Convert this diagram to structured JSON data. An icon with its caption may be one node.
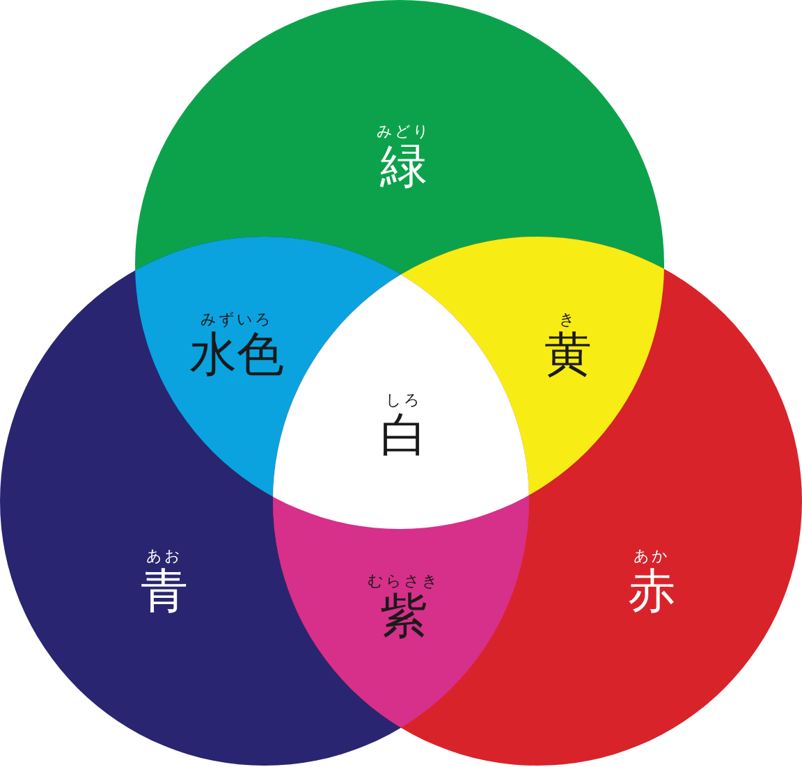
{
  "diagram": {
    "nodes": [
      {
        "text": [
          "みどり",
          "緑"
        ]
      },
      {
        "text": [
          "みずいろ",
          "水色"
        ]
      },
      {
        "text": [
          "き",
          "黄"
        ]
      },
      {
        "text": [
          "しろ",
          "白"
        ]
      },
      {
        "text": [
          "あお",
          "青"
        ]
      },
      {
        "text": [
          "あか",
          "赤"
        ]
      },
      {
        "text": [
          "むらさき",
          "紫"
        ]
      }
    ]
  }
}
